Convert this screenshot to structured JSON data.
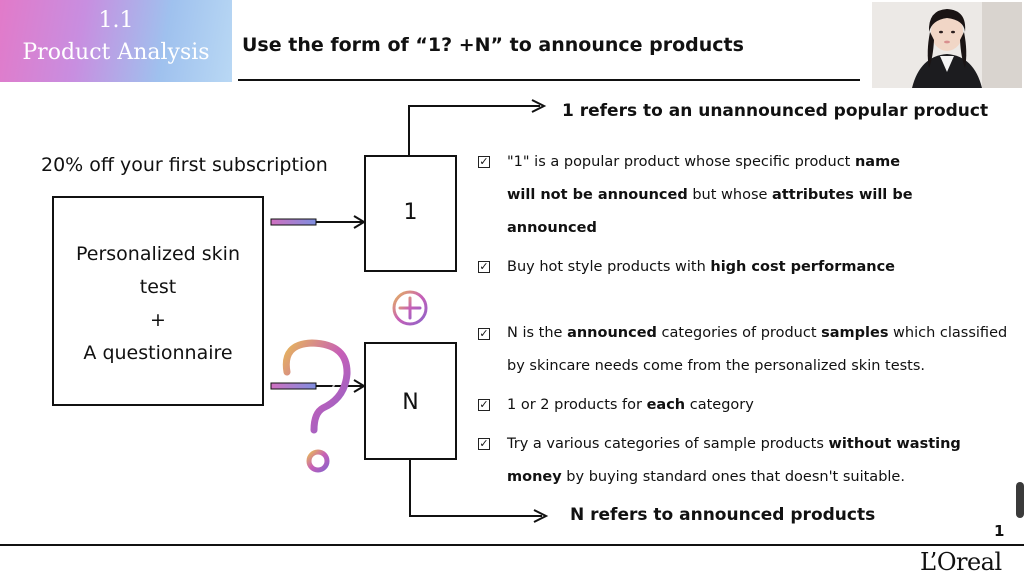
{
  "section": {
    "number": "1.1",
    "name": "Product Analysis"
  },
  "slide": {
    "title": "Use the form of “1? +N” to announce products",
    "page_number": "1"
  },
  "brand": {
    "logo": "L’Oreal"
  },
  "diagram": {
    "subscription": "20% off your first subscription",
    "input_lines": [
      "Personalized skin",
      "test",
      "+",
      "A questionnaire"
    ],
    "one_label": "1",
    "n_label": "N",
    "one_annotation": "1 refers to an unannounced popular product",
    "n_annotation": "N refers to announced products"
  },
  "bullets_one": [
    {
      "parts": [
        {
          "t": "\"1\" is a popular product whose specific product ",
          "b": false
        },
        {
          "t": "name",
          "b": true
        }
      ]
    },
    {
      "parts": [
        {
          "t": "will not be announced",
          "b": true
        },
        {
          "t": " but whose ",
          "b": false
        },
        {
          "t": "attributes will be",
          "b": true
        }
      ]
    },
    {
      "parts": [
        {
          "t": "announced",
          "b": true
        }
      ]
    },
    {
      "parts": [
        {
          "t": "Buy hot style products with ",
          "b": false
        },
        {
          "t": "high cost performance",
          "b": true
        }
      ]
    }
  ],
  "bullets_n": [
    {
      "parts": [
        {
          "t": "N is the ",
          "b": false
        },
        {
          "t": "announced",
          "b": true
        },
        {
          "t": " categories of product ",
          "b": false
        },
        {
          "t": "samples",
          "b": true
        },
        {
          "t": " which classified",
          "b": false
        }
      ]
    },
    {
      "parts": [
        {
          "t": "by skincare needs come from the personalized skin tests.",
          "b": false
        }
      ]
    },
    {
      "parts": [
        {
          "t": "1 or 2 products for ",
          "b": false
        },
        {
          "t": "each",
          "b": true
        },
        {
          "t": " category",
          "b": false
        }
      ]
    },
    {
      "parts": [
        {
          "t": "Try a various categories of sample products ",
          "b": false
        },
        {
          "t": "without wasting",
          "b": true
        }
      ]
    },
    {
      "parts": [
        {
          "t": "money",
          "b": true
        },
        {
          "t": " by buying standard ones that doesn't suitable.",
          "b": false
        }
      ]
    }
  ],
  "icons": {
    "check": "checkbox-checked-icon",
    "plus": "plus-circle-icon",
    "question": "question-mark-icon"
  },
  "colors": {
    "accent_pink": "#c25bb0",
    "accent_purple": "#8a63c7",
    "accent_gold": "#e0b25a"
  }
}
